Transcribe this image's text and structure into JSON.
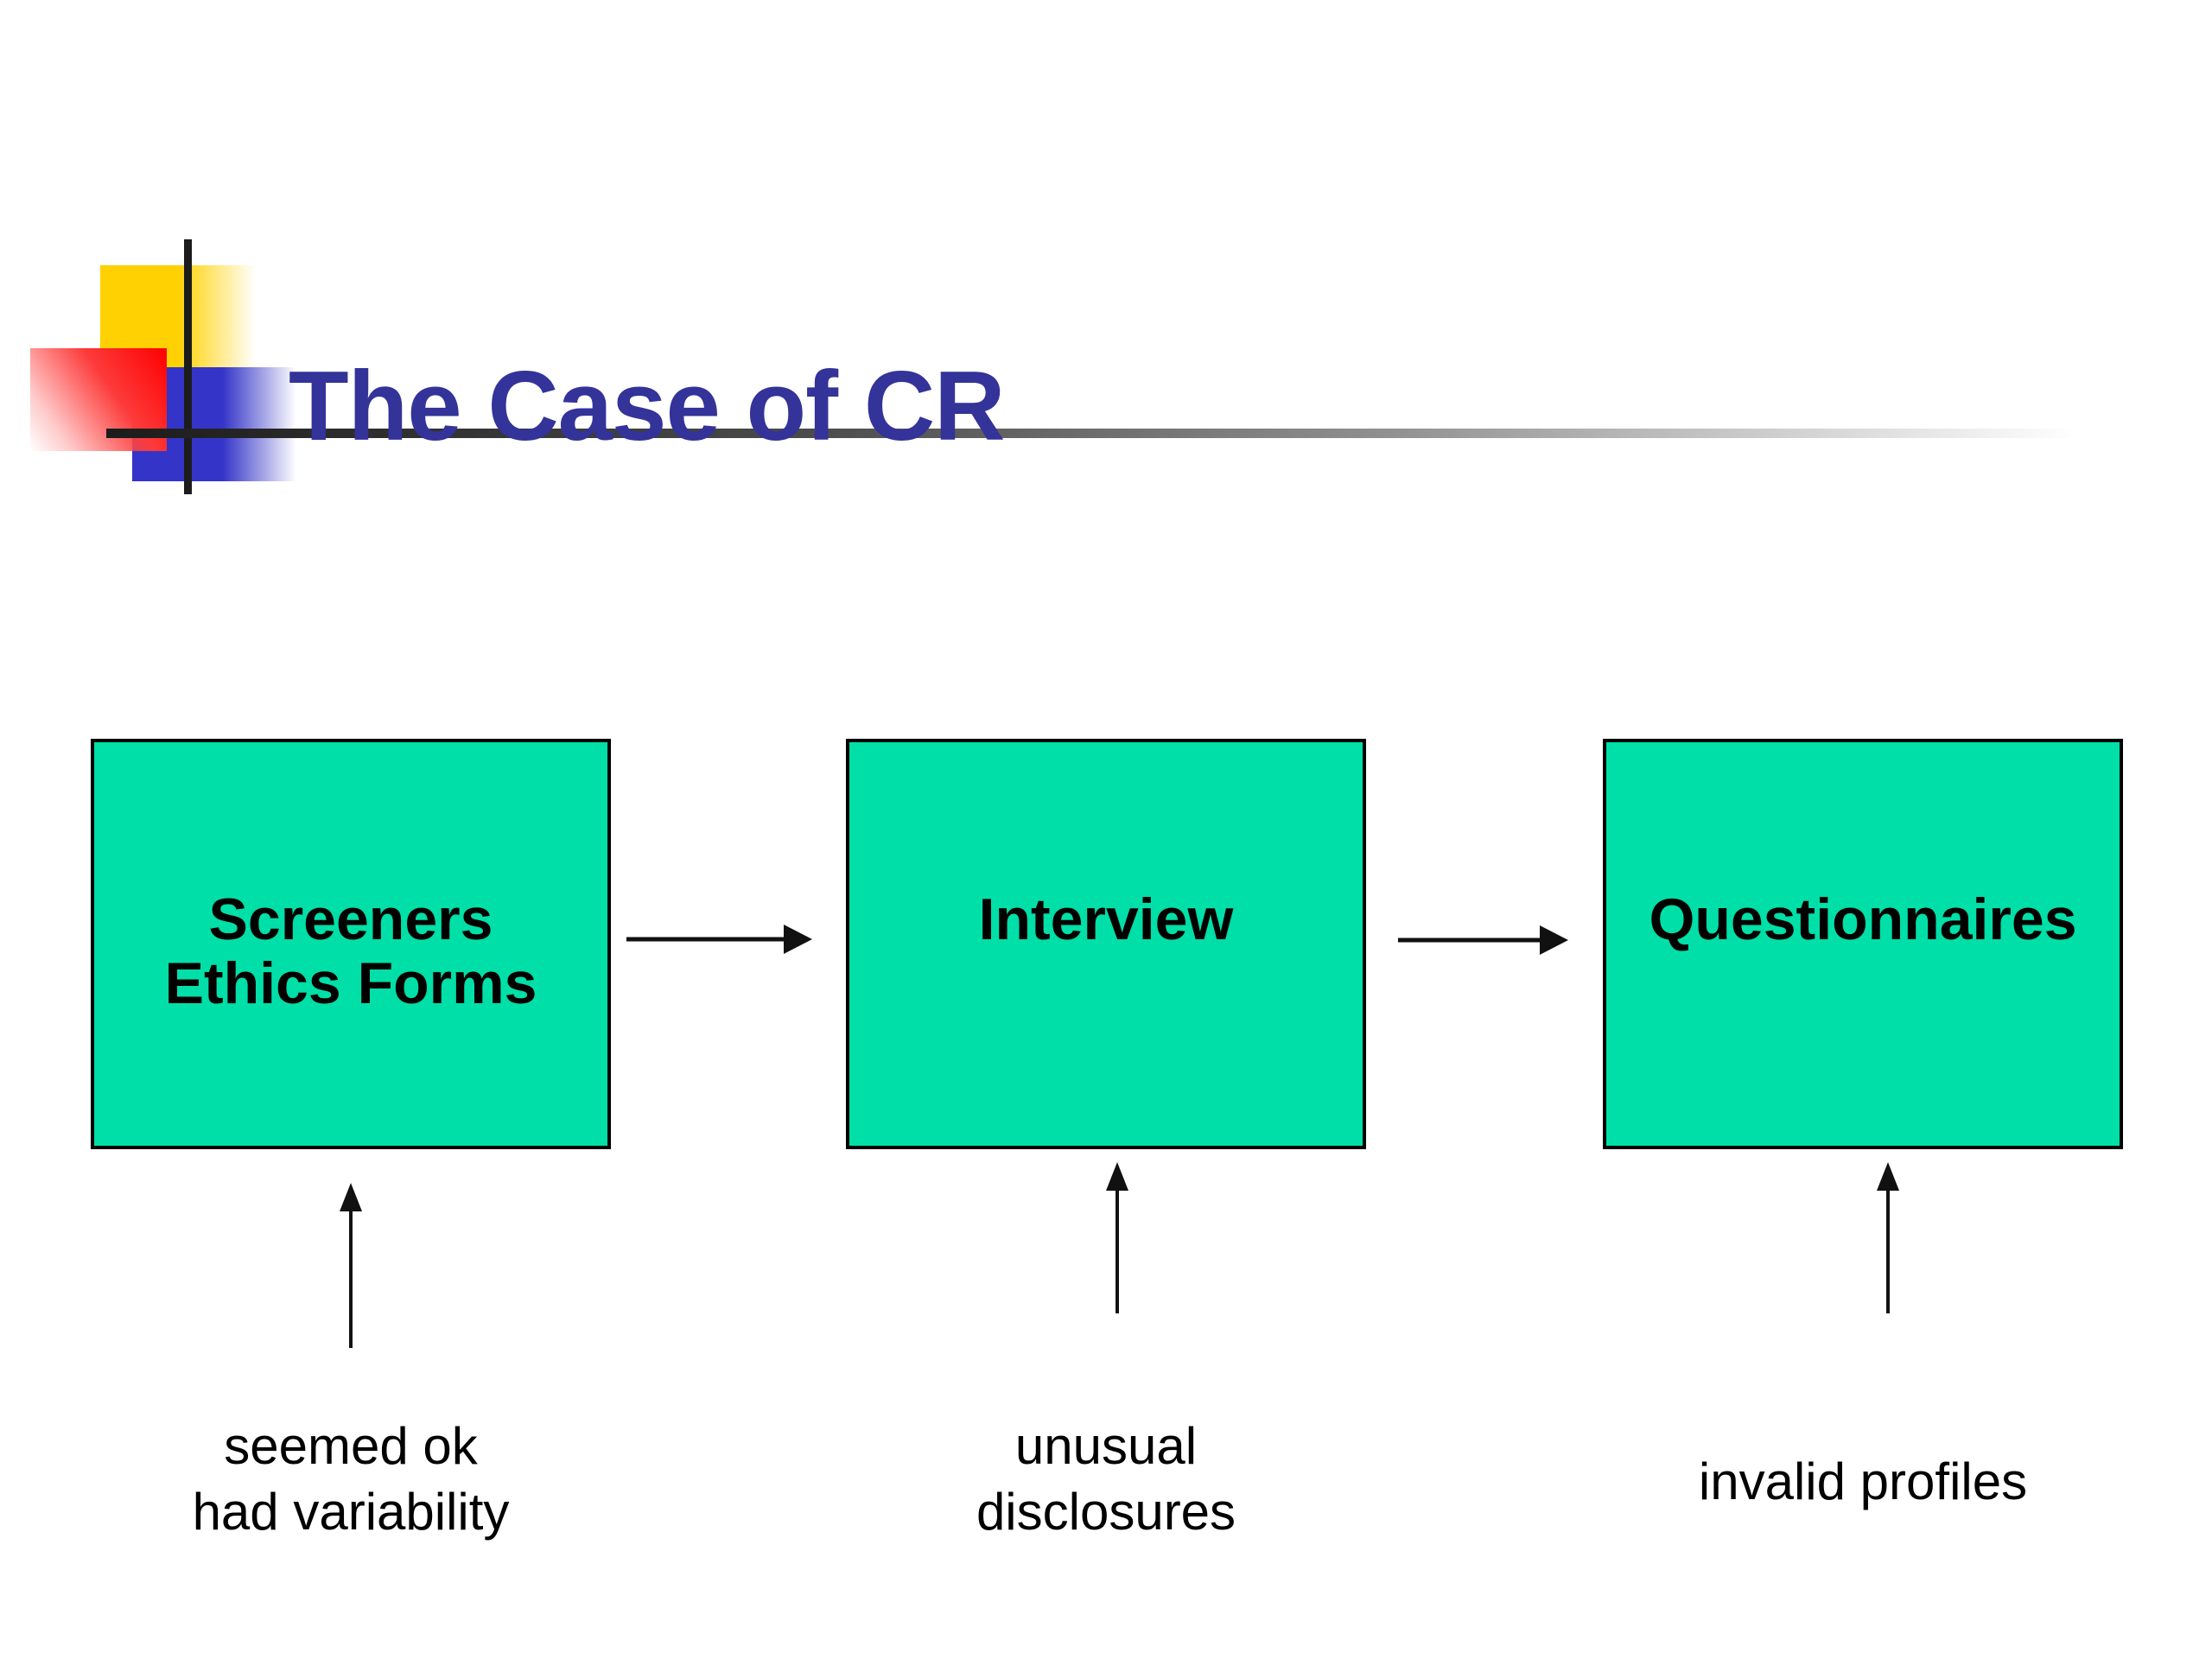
{
  "slide": {
    "type": "presentation-slide",
    "title": "The Case of CR",
    "background_color": "#FFFFFF"
  },
  "title_bar": {
    "title_color": "#333399",
    "decoration": {
      "yellow_square_color": "#FFD102",
      "red_square_color": "#FE0000",
      "blue_square_color": "#3434C8",
      "cross_line_color": "#1C1C1C",
      "rule_gradient_start": "#1C1C1C",
      "rule_gradient_end": "#FFFFFF"
    }
  },
  "flow": {
    "box_fill_color": "#00DFA7",
    "box_border_color": "#000000",
    "text_color": "#000000",
    "boxes": [
      {
        "id": "screeners-ethics-forms",
        "label_line1": "Screeners",
        "label_line2": "Ethics Forms",
        "note_line1": "seemed ok",
        "note_line2": "had variability"
      },
      {
        "id": "interview",
        "label_line1": "Interview",
        "label_line2": "",
        "note_line1": "unusual",
        "note_line2": "disclosures"
      },
      {
        "id": "questionnaires",
        "label_line1": "Questionnaires",
        "label_line2": "",
        "note_line1": "invalid profiles",
        "note_line2": ""
      }
    ],
    "connectors": [
      {
        "icon": "arrow-right-icon",
        "from": "screeners-ethics-forms",
        "to": "interview"
      },
      {
        "icon": "arrow-right-icon",
        "from": "interview",
        "to": "questionnaires"
      },
      {
        "icon": "arrow-up-icon",
        "points_to": "screeners-ethics-forms"
      },
      {
        "icon": "arrow-up-icon",
        "points_to": "interview"
      },
      {
        "icon": "arrow-up-icon",
        "points_to": "questionnaires"
      }
    ]
  }
}
